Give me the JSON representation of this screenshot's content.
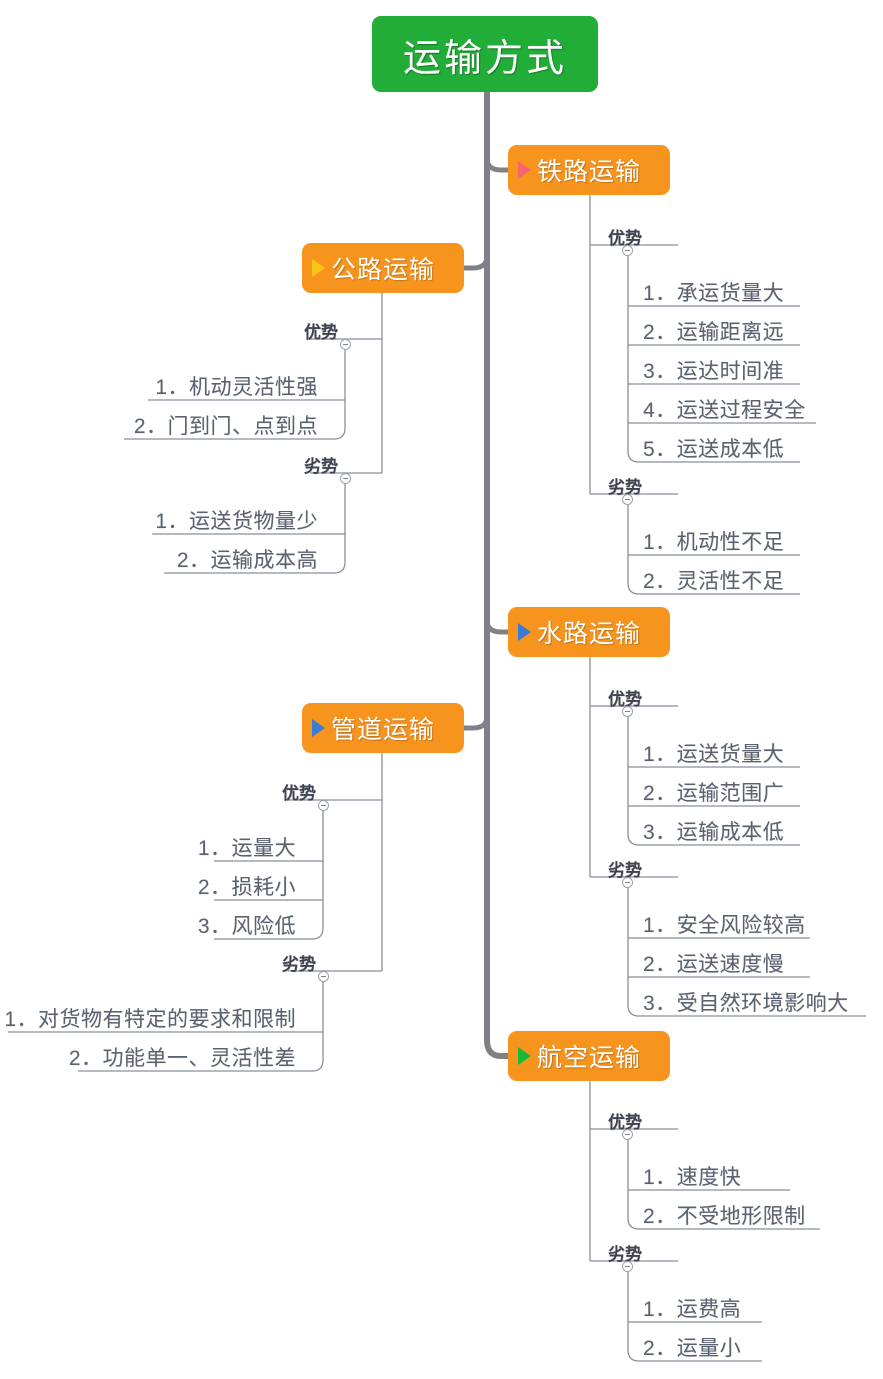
{
  "diagram": {
    "type": "mind-map",
    "title": "运输方式",
    "root": {
      "label": "运输方式",
      "color": "#22ac38",
      "text_color": "#ffffff"
    },
    "group_labels": {
      "advantages": "优势",
      "disadvantages": "劣势"
    },
    "branch_color": "#f7941e",
    "trunk_color": "#7f8187",
    "branches": [
      {
        "id": "railway",
        "label": "铁路运输",
        "side": "right",
        "marker_icon": "play-triangle-icon",
        "marker_color": "#f2676b",
        "groups": [
          {
            "name": "优势",
            "items": [
              "1．承运货量大",
              "2．运输距离远",
              "3．运达时间准",
              "4．运送过程安全",
              "5．运送成本低"
            ]
          },
          {
            "name": "劣势",
            "items": [
              "1．机动性不足",
              "2．灵活性不足"
            ]
          }
        ]
      },
      {
        "id": "road",
        "label": "公路运输",
        "side": "left",
        "marker_icon": "play-triangle-icon",
        "marker_color": "#f5c518",
        "groups": [
          {
            "name": "优势",
            "items": [
              "1．机动灵活性强",
              "2．门到门、点到点"
            ]
          },
          {
            "name": "劣势",
            "items": [
              "1．运送货物量少",
              "2．运输成本高"
            ]
          }
        ]
      },
      {
        "id": "waterway",
        "label": "水路运输",
        "side": "right",
        "marker_icon": "play-triangle-icon",
        "marker_color": "#3a7bd5",
        "groups": [
          {
            "name": "优势",
            "items": [
              "1．运送货量大",
              "2．运输范围广",
              "3．运输成本低"
            ]
          },
          {
            "name": "劣势",
            "items": [
              "1．安全风险较高",
              "2．运送速度慢",
              "3．受自然环境影响大"
            ]
          }
        ]
      },
      {
        "id": "pipeline",
        "label": "管道运输",
        "side": "left",
        "marker_icon": "play-triangle-icon",
        "marker_color": "#3a7bd5",
        "groups": [
          {
            "name": "优势",
            "items": [
              "1．运量大",
              "2．损耗小",
              "3．风险低"
            ]
          },
          {
            "name": "劣势",
            "items": [
              "1．对货物有特定的要求和限制",
              "2．功能单一、灵活性差"
            ]
          }
        ]
      },
      {
        "id": "aviation",
        "label": "航空运输",
        "side": "right",
        "marker_icon": "play-triangle-icon",
        "marker_color": "#16b836",
        "groups": [
          {
            "name": "优势",
            "items": [
              "1．速度快",
              "2．不受地形限制"
            ]
          },
          {
            "name": "劣势",
            "items": [
              "1．运费高",
              "2．运量小"
            ]
          }
        ]
      }
    ]
  }
}
